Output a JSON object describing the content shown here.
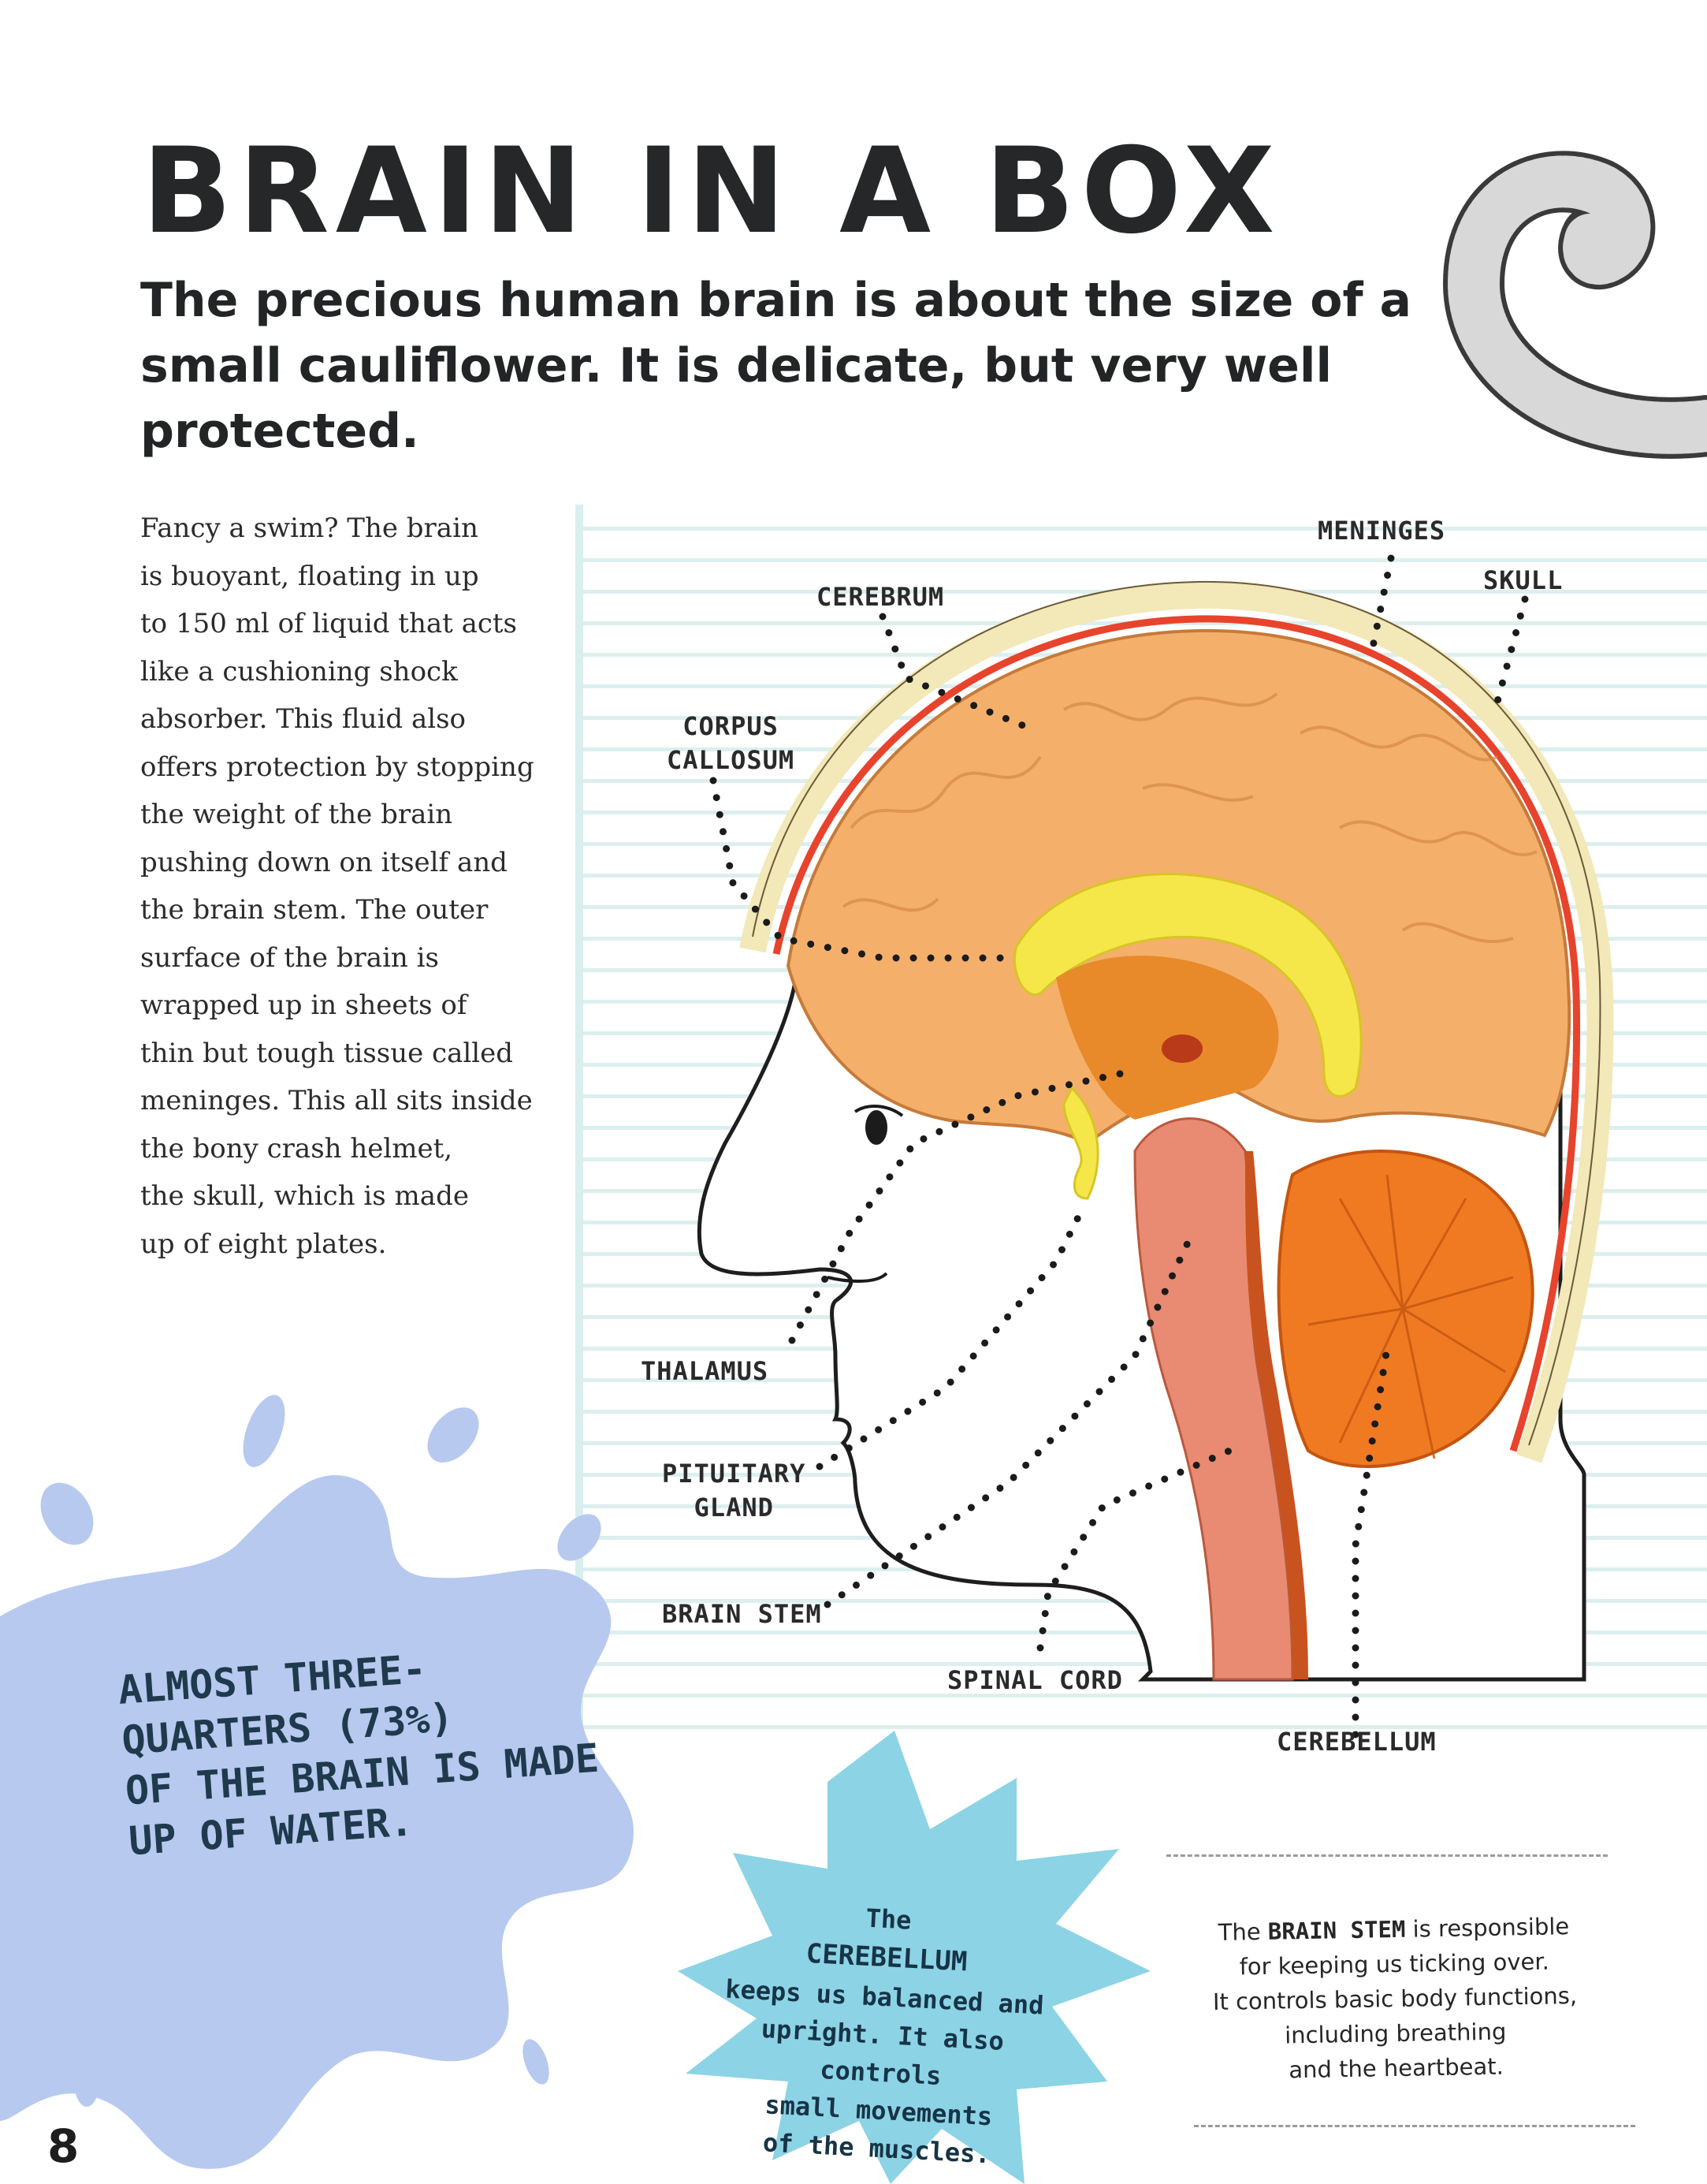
{
  "header": {
    "title": "BRAIN IN A BOX",
    "subtitle": "The precious human brain is about the size of a small cauliflower. It is delicate, but very well protected."
  },
  "body": {
    "lines": [
      "Fancy a swim? The brain",
      "is buoyant, floating in up",
      "to 150 ml of liquid that acts",
      "like a cushioning shock",
      "absorber. This fluid also",
      "offers protection by stopping",
      "the weight of the brain",
      "pushing down on itself and",
      "the brain stem. The outer",
      "surface of the brain is",
      "wrapped up in sheets of",
      "thin but tough tissue called",
      "meninges. This all sits inside",
      "the bony crash helmet,",
      "the skull, which is made",
      "up of eight plates."
    ]
  },
  "diagram": {
    "labels": {
      "meninges": "MENINGES",
      "skull": "SKULL",
      "cerebrum": "CEREBRUM",
      "corpus_callosum_1": "CORPUS",
      "corpus_callosum_2": "CALLOSUM",
      "thalamus": "THALAMUS",
      "pituitary_1": "PITUITARY",
      "pituitary_2": "GLAND",
      "brain_stem": "BRAIN STEM",
      "spinal_cord": "SPINAL CORD",
      "cerebellum": "CEREBELLUM"
    }
  },
  "facts": {
    "water": [
      "ALMOST THREE-",
      "QUARTERS (73%)",
      "OF THE BRAIN IS MADE",
      "UP OF WATER."
    ],
    "cerebellum": {
      "line1": "The",
      "line2": "CEREBELLUM",
      "line3": "keeps us balanced and",
      "line4": "upright. It also controls",
      "line5": "small movements",
      "line6": "of the muscles."
    },
    "brainstem": {
      "pre": "The ",
      "bold": "BRAIN STEM",
      "post": " is responsible",
      "line2": "for keeping us ticking over.",
      "line3": "It controls basic body functions,",
      "line4": "including breathing",
      "line5": "and the heartbeat."
    }
  },
  "page_number": "8",
  "colors": {
    "cerebrum": "#f4b06a",
    "corpus_callosum": "#f5e64a",
    "cerebellum": "#f07a22",
    "brain_stem": "#e98a72",
    "skull": "#f2e8b8",
    "meninges": "#e8432c",
    "water_splash": "#b7c9ef",
    "cerebellum_star": "#8cd3e6"
  }
}
